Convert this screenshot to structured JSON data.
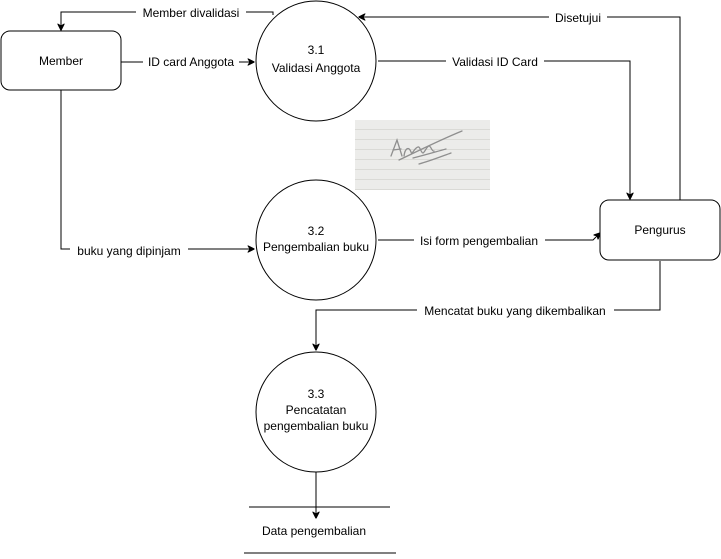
{
  "entities": {
    "member": "Member",
    "pengurus": "Pengurus"
  },
  "processes": {
    "p31": {
      "number": "3.1",
      "name_lines": [
        "Validasi Anggota"
      ]
    },
    "p32": {
      "number": "3.2",
      "name_lines": [
        "Pengembalian buku"
      ]
    },
    "p33": {
      "number": "3.3",
      "name_lines": [
        "Pencatatan",
        "pengembalian buku"
      ]
    }
  },
  "data_store": {
    "name": "Data pengembalian"
  },
  "flows": {
    "member_divalidasi": "Member divalidasi",
    "id_card_anggota": "ID card Anggota",
    "disetujui": "Disetujui",
    "validasi_id_card": "Validasi ID Card",
    "buku_yang_dipinjam": "buku yang dipinjam",
    "isi_form_pengembalian": "Isi form pengembalian",
    "mencatat_buku": "Mencatat buku yang dikembalikan"
  },
  "signature_image": {
    "handwritten_text": "Anno"
  },
  "colors": {
    "stroke": "#000000",
    "fill": "#ffffff",
    "signature_paper": "#ececea"
  }
}
